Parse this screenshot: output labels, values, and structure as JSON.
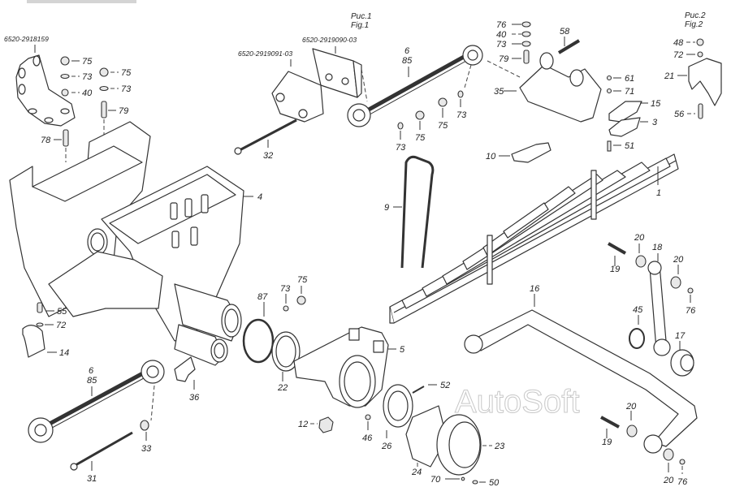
{
  "figures": {
    "fig1_ru": "Рис.1",
    "fig1_en": "Fig.1",
    "fig2_ru": "Рис.2",
    "fig2_en": "Fig.2"
  },
  "watermark": "AutoSoft",
  "assembly_numbers": {
    "bracket_left": "6520-2918159",
    "bracket_a": "6520-2919091-03",
    "bracket_b": "6520-2919090-03"
  },
  "callouts": {
    "c75a": "75",
    "c73a": "73",
    "c40a": "40",
    "c75b": "75",
    "c73b": "73",
    "c79a": "79",
    "c78": "78",
    "c32": "32",
    "c6a": "6",
    "c85a": "85",
    "c73c": "73",
    "c75c": "75",
    "c75d": "75",
    "c73d": "73",
    "c76a": "76",
    "c40b": "40",
    "c73e": "73",
    "c79b": "79",
    "c58": "58",
    "c35": "35",
    "c61": "61",
    "c71": "71",
    "c15": "15",
    "c3": "3",
    "c51": "51",
    "c10": "10",
    "c48": "48",
    "c72a": "72",
    "c21": "21",
    "c56": "56",
    "c4": "4",
    "c9": "9",
    "c1": "1",
    "c55": "55",
    "c72b": "72",
    "c14": "14",
    "c6b": "6",
    "c85b": "85",
    "c36": "36",
    "c33": "33",
    "c31": "31",
    "c87": "87",
    "c73f": "73",
    "c75e": "75",
    "c22": "22",
    "c5": "5",
    "c52": "52",
    "c12": "12",
    "c46": "46",
    "c26": "26",
    "c24": "24",
    "c23": "23",
    "c70": "70",
    "c50": "50",
    "c16": "16",
    "c19a": "19",
    "c20a": "20",
    "c18": "18",
    "c20b": "20",
    "c76b": "76",
    "c45": "45",
    "c17": "17",
    "c19b": "19",
    "c20c": "20",
    "c20d": "20",
    "c76c": "76"
  },
  "colors": {
    "line": "#333333",
    "watermark": "#c8c8c8",
    "background": "#ffffff"
  }
}
